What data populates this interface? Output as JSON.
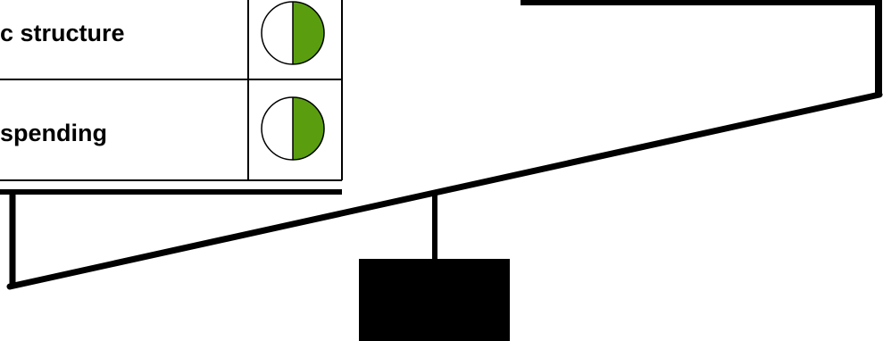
{
  "rows": [
    {
      "label": "c structure",
      "rating": 0.5
    },
    {
      "label": "spending",
      "rating": 0.5
    }
  ],
  "colors": {
    "line": "#000000",
    "fill": "#5a9e10",
    "background": "#ffffff"
  }
}
